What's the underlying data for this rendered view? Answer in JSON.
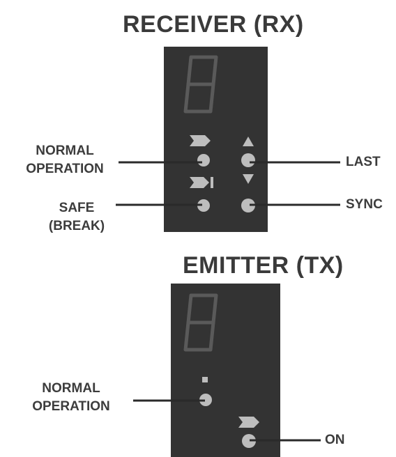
{
  "receiver": {
    "title": "RECEIVER  (RX)",
    "labels": {
      "normal_operation": "NORMAL\nOPERATION",
      "safe_break": "SAFE\n(BREAK)",
      "last": "LAST",
      "sync": "SYNC"
    }
  },
  "emitter": {
    "title": "EMITTER (TX)",
    "labels": {
      "normal_operation": "NORMAL\nOPERATION",
      "on": "ON"
    }
  },
  "colors": {
    "panel": "#333333",
    "led_light": "#bdbdbd",
    "segment": "#5a5a5a",
    "text": "#3c3c3c"
  }
}
